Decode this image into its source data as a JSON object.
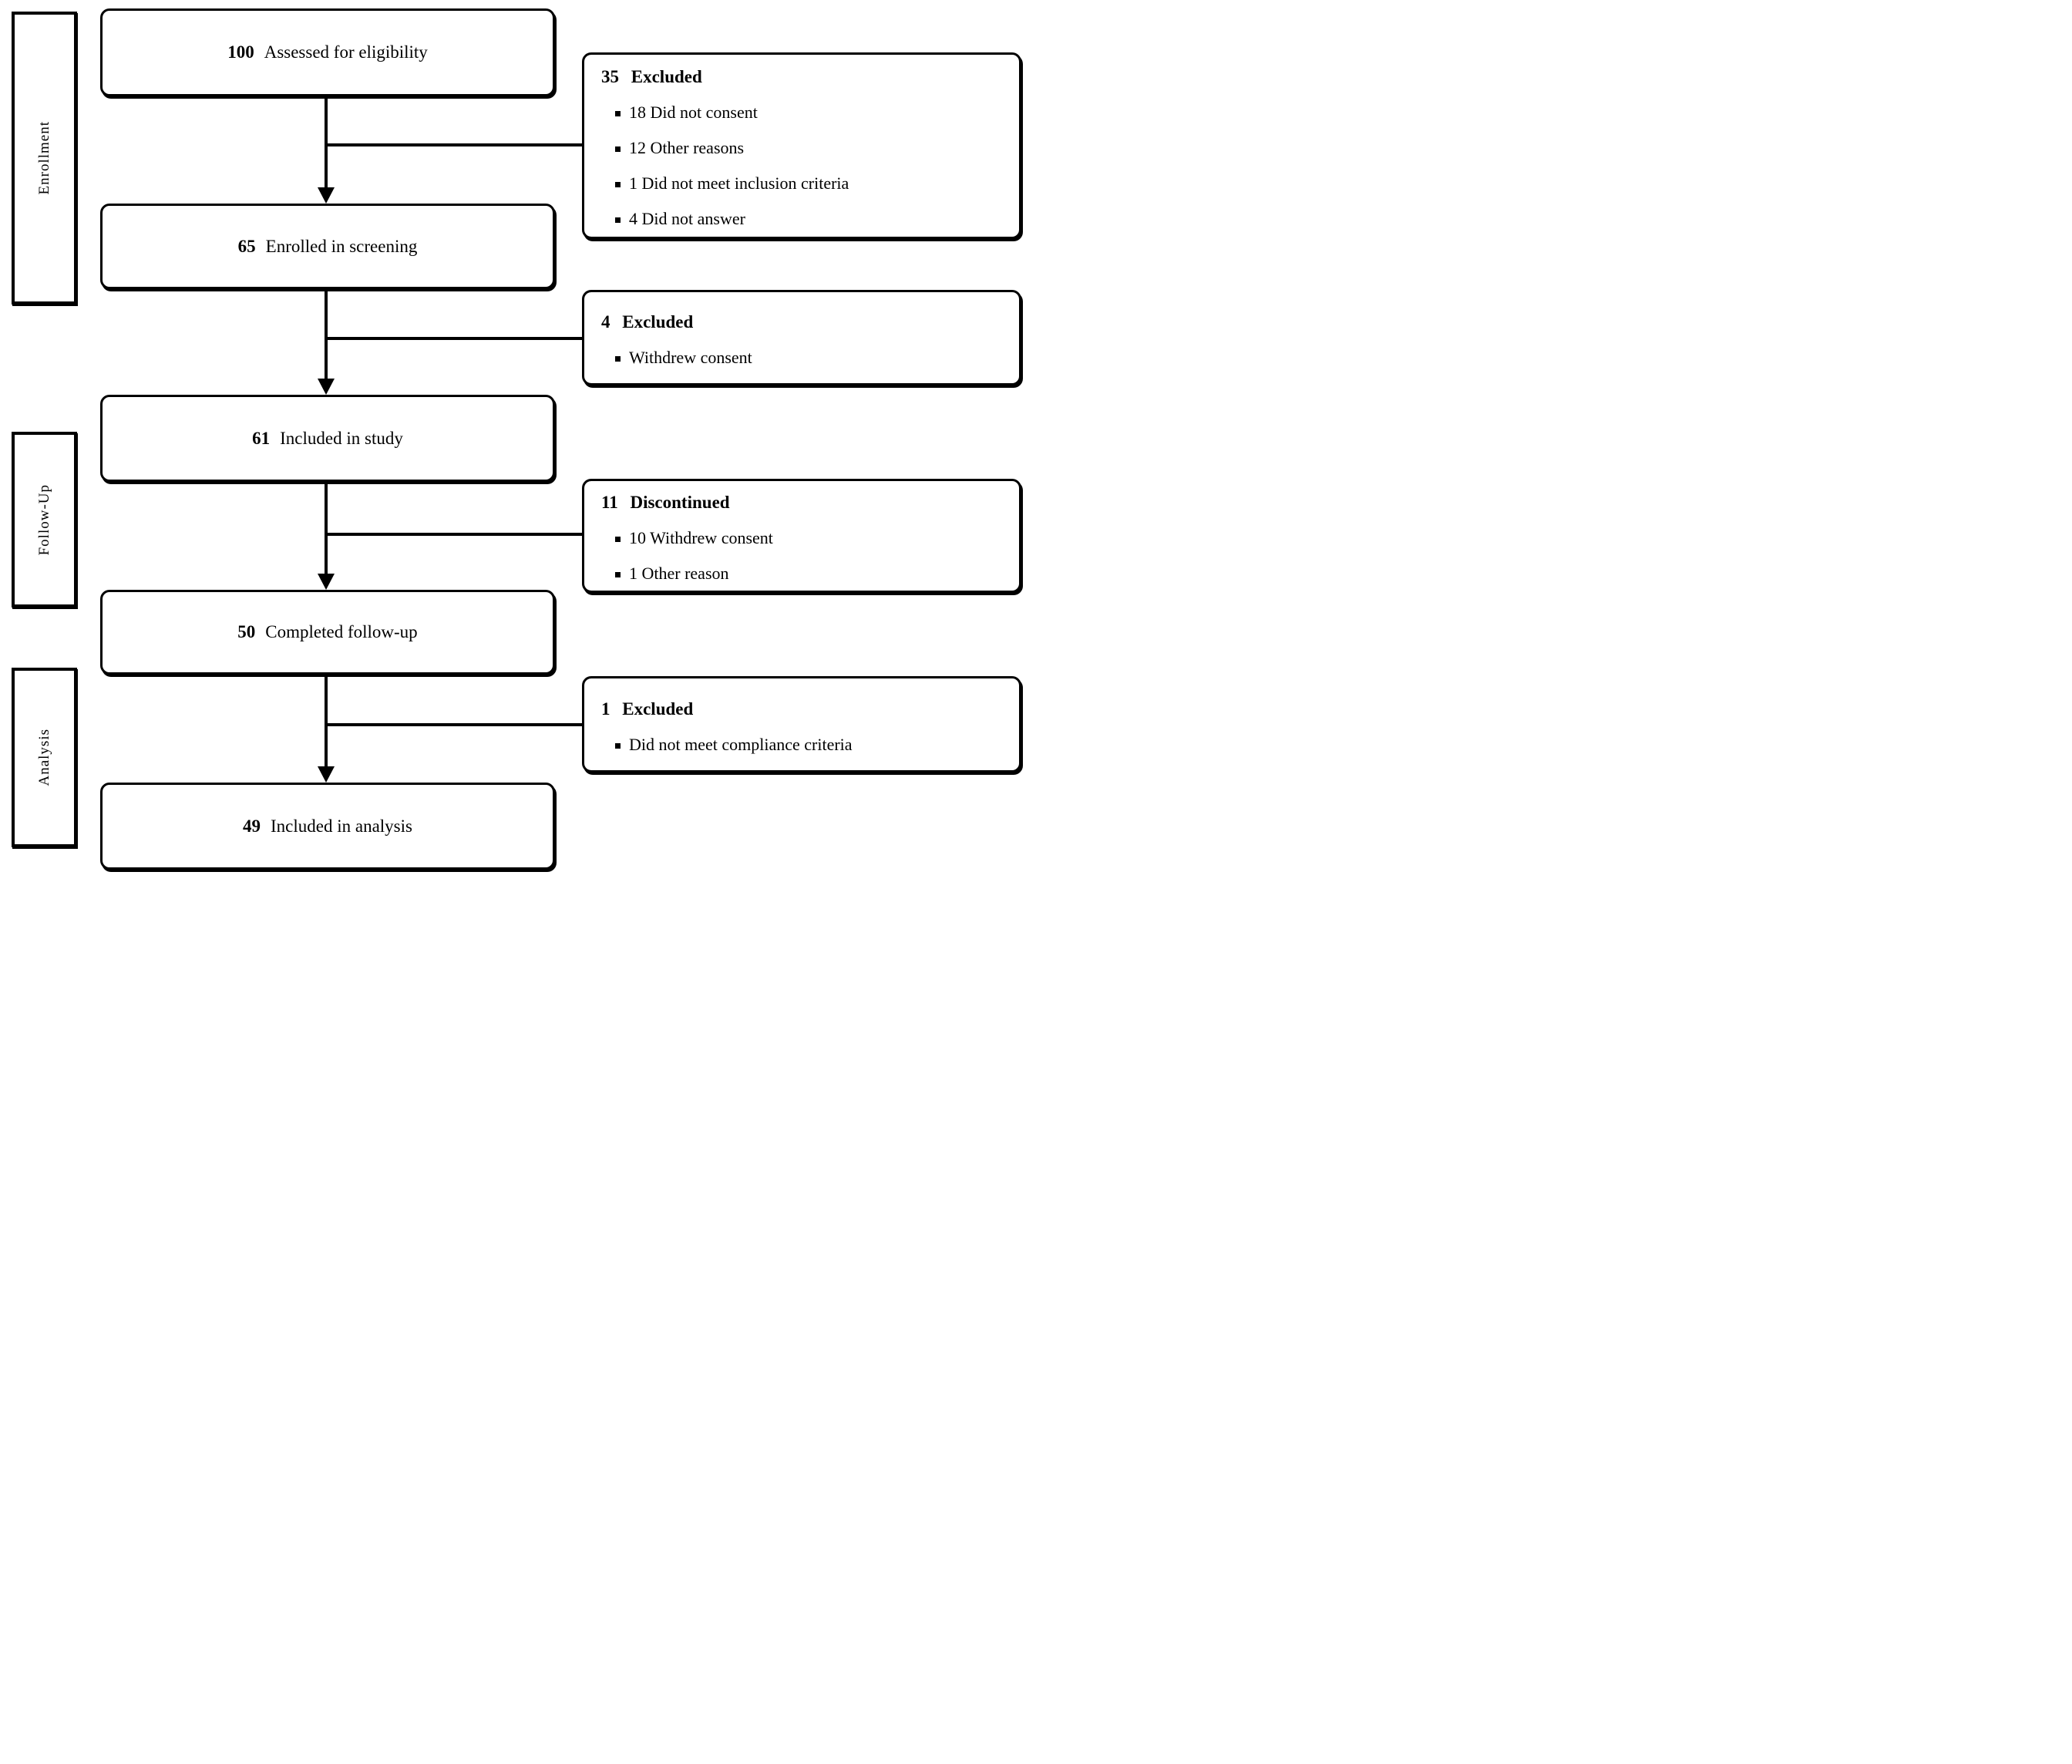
{
  "diagram": {
    "stages": [
      {
        "label": "Enrollment"
      },
      {
        "label": "Follow-Up"
      },
      {
        "label": "Analysis"
      }
    ],
    "flow": [
      {
        "count": "100",
        "label": "Assessed for eligibility"
      },
      {
        "count": "65",
        "label": "Enrolled in screening"
      },
      {
        "count": "61",
        "label": "Included in study"
      },
      {
        "count": "50",
        "label": "Completed follow-up"
      },
      {
        "count": "49",
        "label": "Included in analysis"
      }
    ],
    "side": [
      {
        "count": "35",
        "title": "Excluded",
        "items": [
          "18 Did not consent",
          "12 Other reasons",
          "1 Did not meet inclusion criteria",
          "4 Did not answer"
        ]
      },
      {
        "count": "4",
        "title": "Excluded",
        "items": [
          "Withdrew consent"
        ]
      },
      {
        "count": "11",
        "title": "Discontinued",
        "items": [
          "10 Withdrew consent",
          "1 Other reason"
        ]
      },
      {
        "count": "1",
        "title": "Excluded",
        "items": [
          "Did not meet compliance criteria"
        ]
      }
    ],
    "colors": {
      "line": "#000000",
      "background": "#ffffff"
    }
  }
}
